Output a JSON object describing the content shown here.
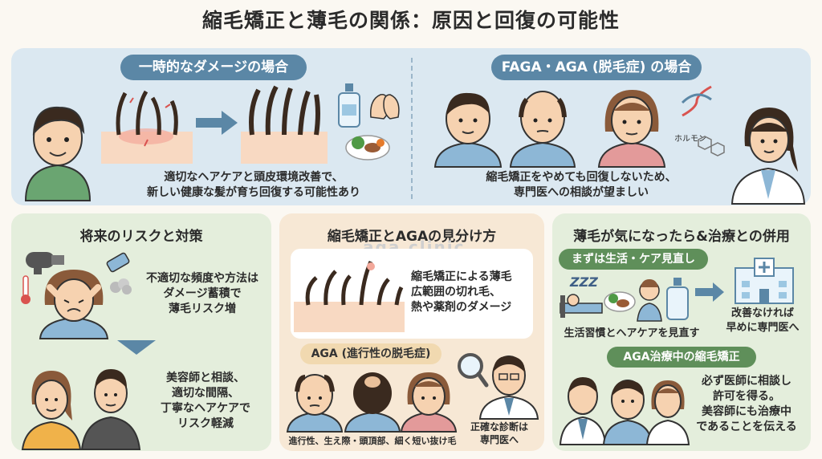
{
  "title": "縮毛矯正と薄毛の関係：原因と回復の可能性",
  "top_left": {
    "heading": "一時的なダメージの場合",
    "caption_line1": "適切なヘアケアと頭皮環境改善で、",
    "caption_line2": "新しい健康な髪が育ち回復する可能性あり"
  },
  "top_right": {
    "heading": "FAGA・AGA (脱毛症) の場合",
    "hormone_label": "ホルモン",
    "caption_line1": "縮毛矯正をやめても回復しないため、",
    "caption_line2": "専門医への相談が望ましい"
  },
  "risk": {
    "heading": "将来のリスクと対策",
    "text1_line1": "不適切な頻度や方法は",
    "text1_line2": "ダメージ蓄積で",
    "text1_line3": "薄毛リスク増",
    "text2_line1": "美容師と相談、",
    "text2_line2": "適切な間隔、",
    "text2_line3": "丁寧なヘアケアで",
    "text2_line4": "リスク軽減"
  },
  "distinguish": {
    "heading": "縮毛矯正とAGAの見分け方",
    "watermark": "aga.clinic",
    "box_line1": "縮毛矯正による薄毛",
    "box_line2": "広範囲の切れ毛、",
    "box_line3": "熱や薬剤のダメージ",
    "aga_label": "AGA (進行性の脱毛症)",
    "diag_line1": "正確な診断は",
    "diag_line2": "専門医へ",
    "bottom_caption": "進行性、生え際・頭頂部、細く短い抜け毛"
  },
  "treatment": {
    "heading": "薄毛が気になったら&治療との併用",
    "label1": "まずは生活・ケア見直し",
    "sleep_label": "ZZZ",
    "caption1": "生活習慣とヘアケアを見直す",
    "hospital_line1": "改善なければ",
    "hospital_line2": "早めに専門医へ",
    "label2": "AGA治療中の縮毛矯正",
    "text_line1": "必ず医師に相談し",
    "text_line2": "許可を得る。",
    "text_line3": "美容師にも治療中",
    "text_line4": "であることを伝える"
  },
  "colors": {
    "top_panel": "#dbe8f1",
    "green_panel": "#e4eedc",
    "orange_panel": "#f7e8d5",
    "pill_blue": "#5b87a6",
    "pill_green": "#5f8f5a",
    "arrow_blue": "#5b87a6"
  }
}
